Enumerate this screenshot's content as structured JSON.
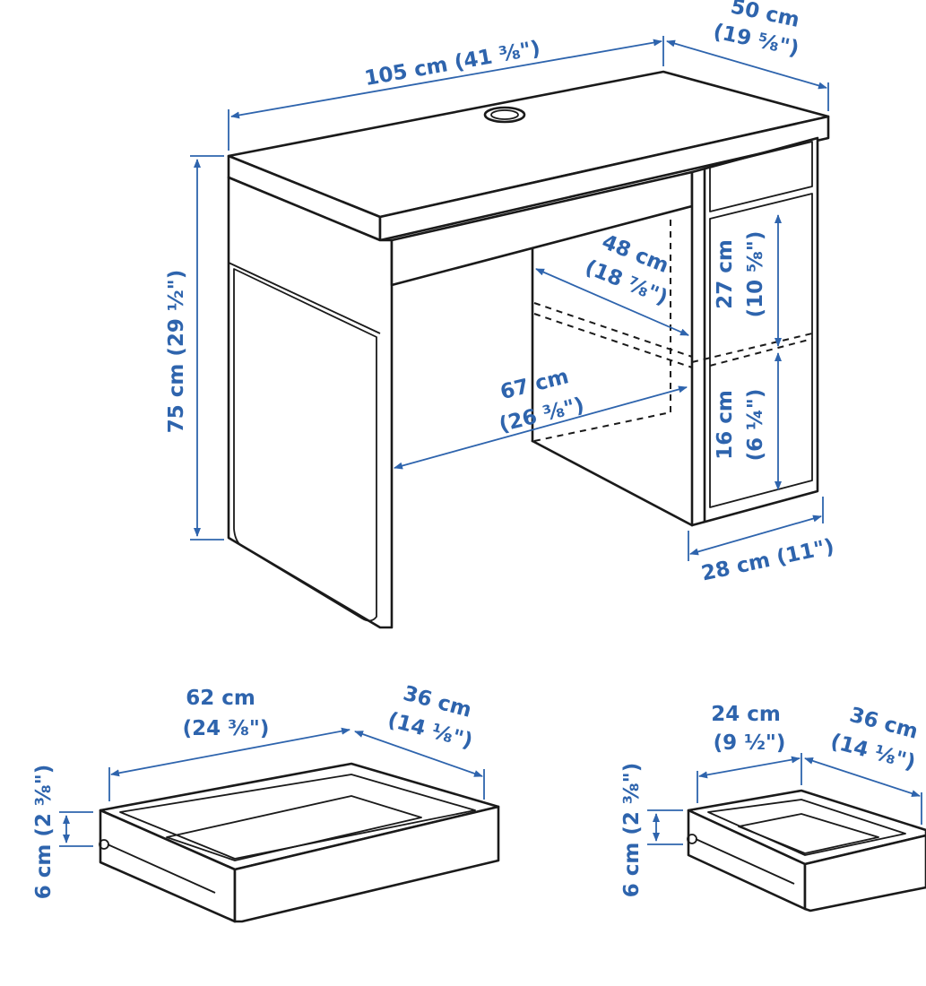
{
  "colors": {
    "dimension": "#2e64ad",
    "line": "#1a1a1a",
    "background": "#ffffff"
  },
  "desk": {
    "width": {
      "metric": "105 cm (41 ⅜\")"
    },
    "depth": {
      "metric": "50 cm",
      "imperial": "(19 ⅝\")"
    },
    "height": {
      "metric": "75 cm (29 ½\")"
    },
    "shelf_depth": {
      "metric": "48 cm",
      "imperial": "(18 ⅞\")"
    },
    "leg_space": {
      "metric": "67 cm",
      "imperial": "(26 ⅜\")"
    },
    "upper_comp": {
      "metric": "27 cm",
      "imperial": "(10 ⅝\")"
    },
    "lower_comp": {
      "metric": "16 cm",
      "imperial": "(6 ¼\")"
    },
    "cabinet_w": {
      "metric": "28 cm (11\")"
    }
  },
  "drawer_large": {
    "width": {
      "metric": "62 cm",
      "imperial": "(24 ⅜\")"
    },
    "depth": {
      "metric": "36 cm",
      "imperial": "(14 ⅛\")"
    },
    "height": {
      "metric": "6 cm (2 ⅜\")"
    }
  },
  "drawer_small": {
    "width": {
      "metric": "24 cm",
      "imperial": "(9 ½\")"
    },
    "depth": {
      "metric": "36 cm",
      "imperial": "(14 ⅛\")"
    },
    "height": {
      "metric": "6 cm (2 ⅜\")"
    }
  }
}
